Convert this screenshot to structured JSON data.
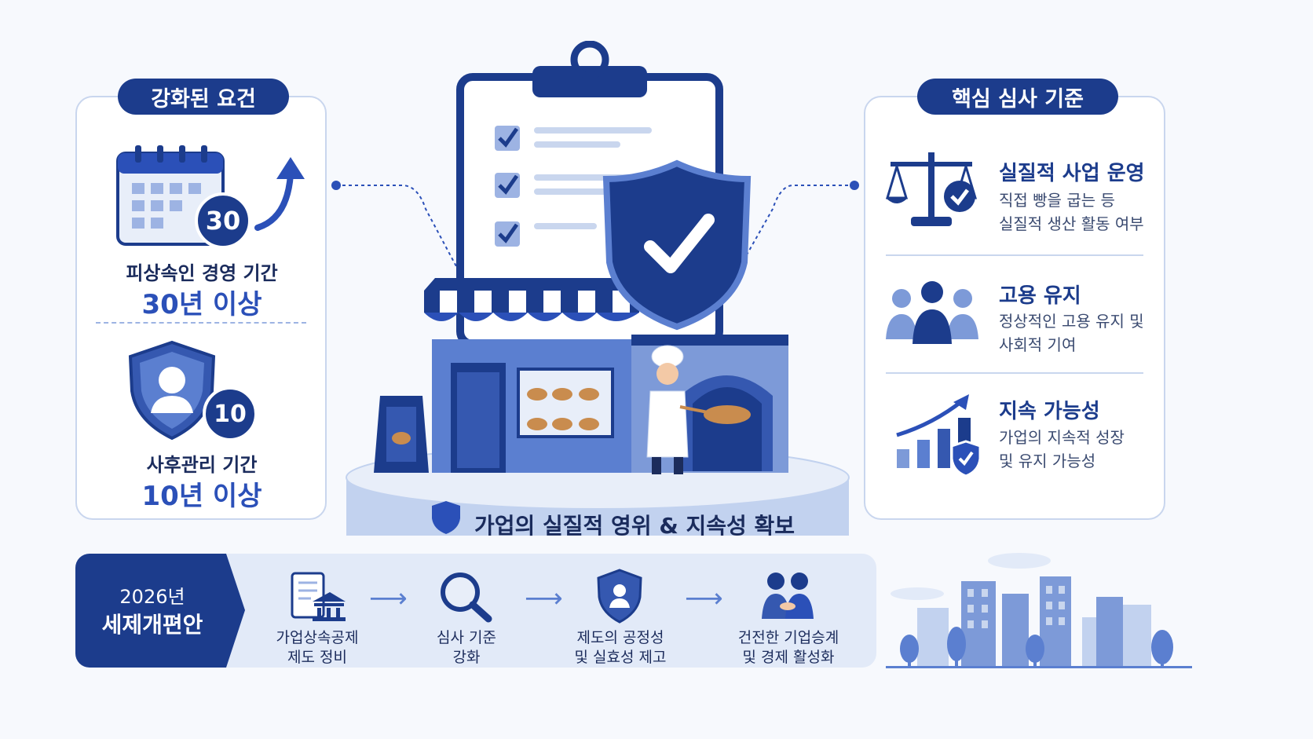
{
  "left_panel": {
    "header": "강화된 요건",
    "calendar_badge": "30",
    "item1_label": "피상속인 경영 기간",
    "item1_value": "30년 이상",
    "shield_badge": "10",
    "item2_label": "사후관리 기간",
    "item2_value": "10년 이상"
  },
  "right_panel": {
    "header": "핵심 심사 기준",
    "items": [
      {
        "title": "실질적 사업 운영",
        "desc1": "직접 빵을 굽는 등",
        "desc2": "실질적 생산 활동 여부",
        "icon": "scale-check-icon"
      },
      {
        "title": "고용 유지",
        "desc1": "정상적인 고용 유지 및",
        "desc2": "사회적 기여",
        "icon": "people-icon"
      },
      {
        "title": "지속 가능성",
        "desc1": "가업의 지속적 성장",
        "desc2": "및 유지 가능성",
        "icon": "growth-chart-icon"
      }
    ]
  },
  "center": {
    "caption": "가업의 실질적 영위 & 지속성 확보"
  },
  "bottom": {
    "badge_line1": "2026년",
    "badge_line2": "세제개편안",
    "steps": [
      {
        "line1": "가업상속공제",
        "line2": "제도 정비",
        "icon": "document-bank-icon"
      },
      {
        "line1": "심사 기준",
        "line2": "강화",
        "icon": "magnifier-icon"
      },
      {
        "line1": "제도의 공정성",
        "line2": "및 실효성 제고",
        "icon": "shield-person-icon"
      },
      {
        "line1": "건전한 기업승계",
        "line2": "및 경제 활성화",
        "icon": "handshake-people-icon"
      }
    ]
  },
  "colors": {
    "primary": "#1c3c8c",
    "accent": "#2b50b8",
    "light": "#c9d6ee",
    "mid": "#5b7fd0"
  }
}
